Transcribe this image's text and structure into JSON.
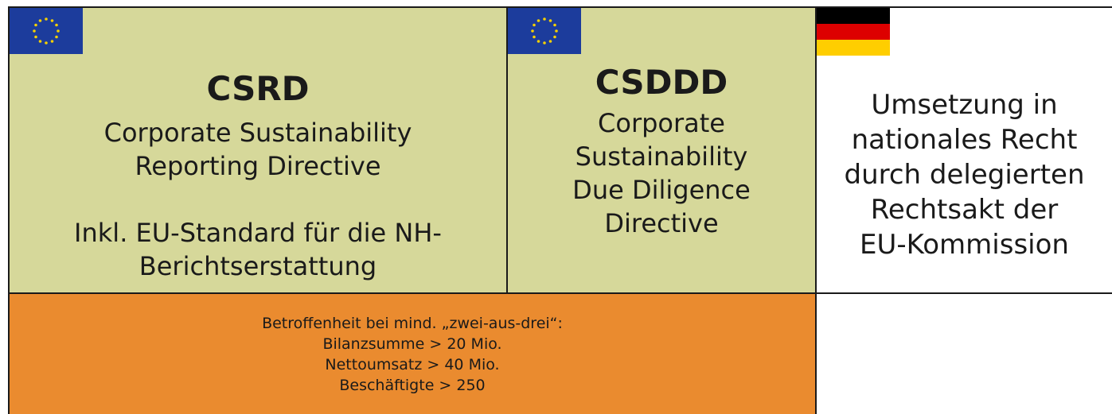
{
  "csrd": {
    "title": "CSRD",
    "subtitle_line1": "Corporate Sustainability",
    "subtitle_line2": "Reporting Directive",
    "extra_line1": "Inkl. EU-Standard für die NH-",
    "extra_line2": "Berichtserstattung",
    "flag_icon": "eu-flag-icon"
  },
  "csddd": {
    "title": "CSDDD",
    "subtitle_line1": "Corporate",
    "subtitle_line2": "Sustainability",
    "subtitle_line3": "Due Diligence",
    "subtitle_line4": "Directive",
    "flag_icon": "eu-flag-icon"
  },
  "germany": {
    "line1": "Umsetzung in",
    "line2": "nationales Recht",
    "line3": "durch delegierten",
    "line4": "Rechtsakt der",
    "line5": "EU-Kommission",
    "flag_icon": "germany-flag-icon"
  },
  "criteria": {
    "line1": "Betroffenheit bei mind. „zwei-aus-drei“:",
    "line2": "Bilanzsumme > 20 Mio.",
    "line3": "Nettoumsatz > 40 Mio.",
    "line4": "Beschäftigte > 250"
  },
  "colors": {
    "eu_box": "#d6d89a",
    "criteria_box": "#ea8b2f",
    "eu_flag_blue": "#1c3c9c",
    "eu_flag_star": "#f5d000",
    "de_black": "#000000",
    "de_red": "#dd0000",
    "de_gold": "#ffce00"
  }
}
